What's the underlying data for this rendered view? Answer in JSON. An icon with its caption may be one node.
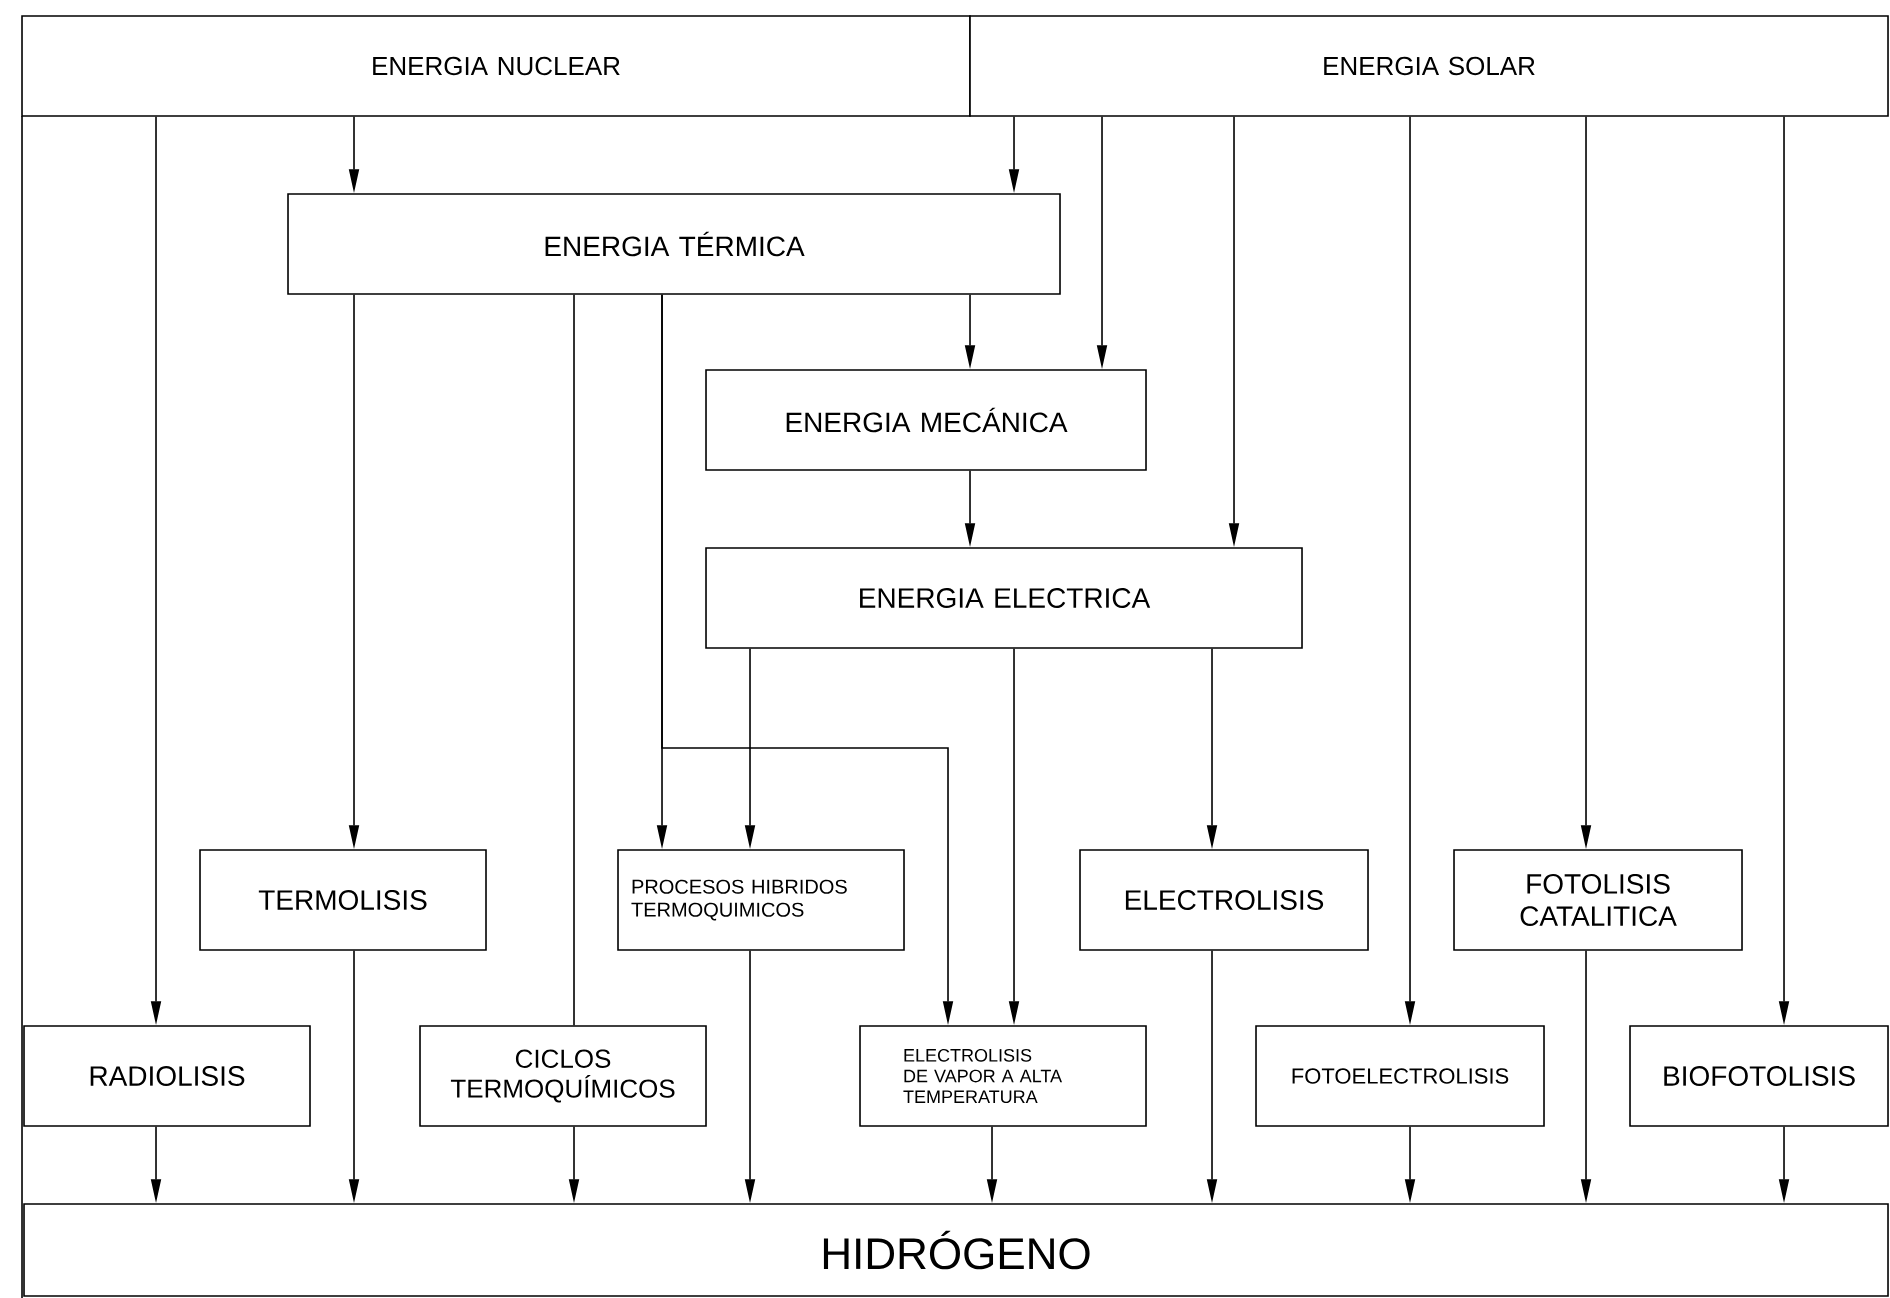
{
  "diagram": {
    "nodes": [
      {
        "text": [
          "ENERGIA  NUCLEAR"
        ]
      },
      {
        "text": [
          "ENERGIA SOLAR"
        ]
      },
      {
        "text": [
          "ENERGIA TÉRMICA"
        ]
      },
      {
        "text": [
          "ENERGIA MECÁNICA"
        ]
      },
      {
        "text": [
          "ENERGIA ELECTRICA"
        ]
      },
      {
        "text": [
          "TERMOLISIS"
        ]
      },
      {
        "text": [
          "PROCESOS HIBRIDOS TERMOQUIMICOS"
        ]
      },
      {
        "text": [
          "ELECTROLISIS"
        ]
      },
      {
        "text": [
          "FOTOLISIS CATALITICA"
        ]
      },
      {
        "text": [
          "RADIOLISIS"
        ]
      },
      {
        "text": [
          "CICLOS TERMOQUÍMICOS"
        ]
      },
      {
        "text": [
          "ELECTROLISIS DE VAPOR A ALTA TEMPERATURA"
        ]
      },
      {
        "text": [
          "FOTOELECTROLISIS"
        ]
      },
      {
        "text": [
          "BIOFOTOLISIS"
        ]
      },
      {
        "text": [
          "HIDRÓGENO"
        ]
      }
    ],
    "edges": [
      {
        "from": 0,
        "to": 9,
        "arrow": "to"
      },
      {
        "from": 0,
        "to": 2,
        "arrow": "to"
      },
      {
        "from": 1,
        "to": 2,
        "arrow": "to"
      },
      {
        "from": 1,
        "to": 3,
        "arrow": "to"
      },
      {
        "from": 1,
        "to": 4,
        "arrow": "to"
      },
      {
        "from": 1,
        "to": 12,
        "arrow": "to"
      },
      {
        "from": 1,
        "to": 8,
        "arrow": "to"
      },
      {
        "from": 1,
        "to": 13,
        "arrow": "to"
      },
      {
        "from": 2,
        "to": 5,
        "arrow": "to"
      },
      {
        "from": 2,
        "to": 10,
        "arrow": "none"
      },
      {
        "from": 2,
        "to": 6,
        "arrow": "to"
      },
      {
        "from": 2,
        "to": 11,
        "arrow": "to"
      },
      {
        "from": 2,
        "to": 3,
        "arrow": "to"
      },
      {
        "from": 3,
        "to": 4,
        "arrow": "to"
      },
      {
        "from": 4,
        "to": 6,
        "arrow": "to"
      },
      {
        "from": 4,
        "to": 11,
        "arrow": "to"
      },
      {
        "from": 4,
        "to": 7,
        "arrow": "to"
      },
      {
        "from": 9,
        "to": 14,
        "arrow": "to"
      },
      {
        "from": 5,
        "to": 14,
        "arrow": "to"
      },
      {
        "from": 10,
        "to": 14,
        "arrow": "to"
      },
      {
        "from": 6,
        "to": 14,
        "arrow": "to"
      },
      {
        "from": 11,
        "to": 14,
        "arrow": "to"
      },
      {
        "from": 7,
        "to": 14,
        "arrow": "to"
      },
      {
        "from": 12,
        "to": 14,
        "arrow": "to"
      },
      {
        "from": 8,
        "to": 14,
        "arrow": "to"
      },
      {
        "from": 13,
        "to": 14,
        "arrow": "to"
      }
    ]
  }
}
